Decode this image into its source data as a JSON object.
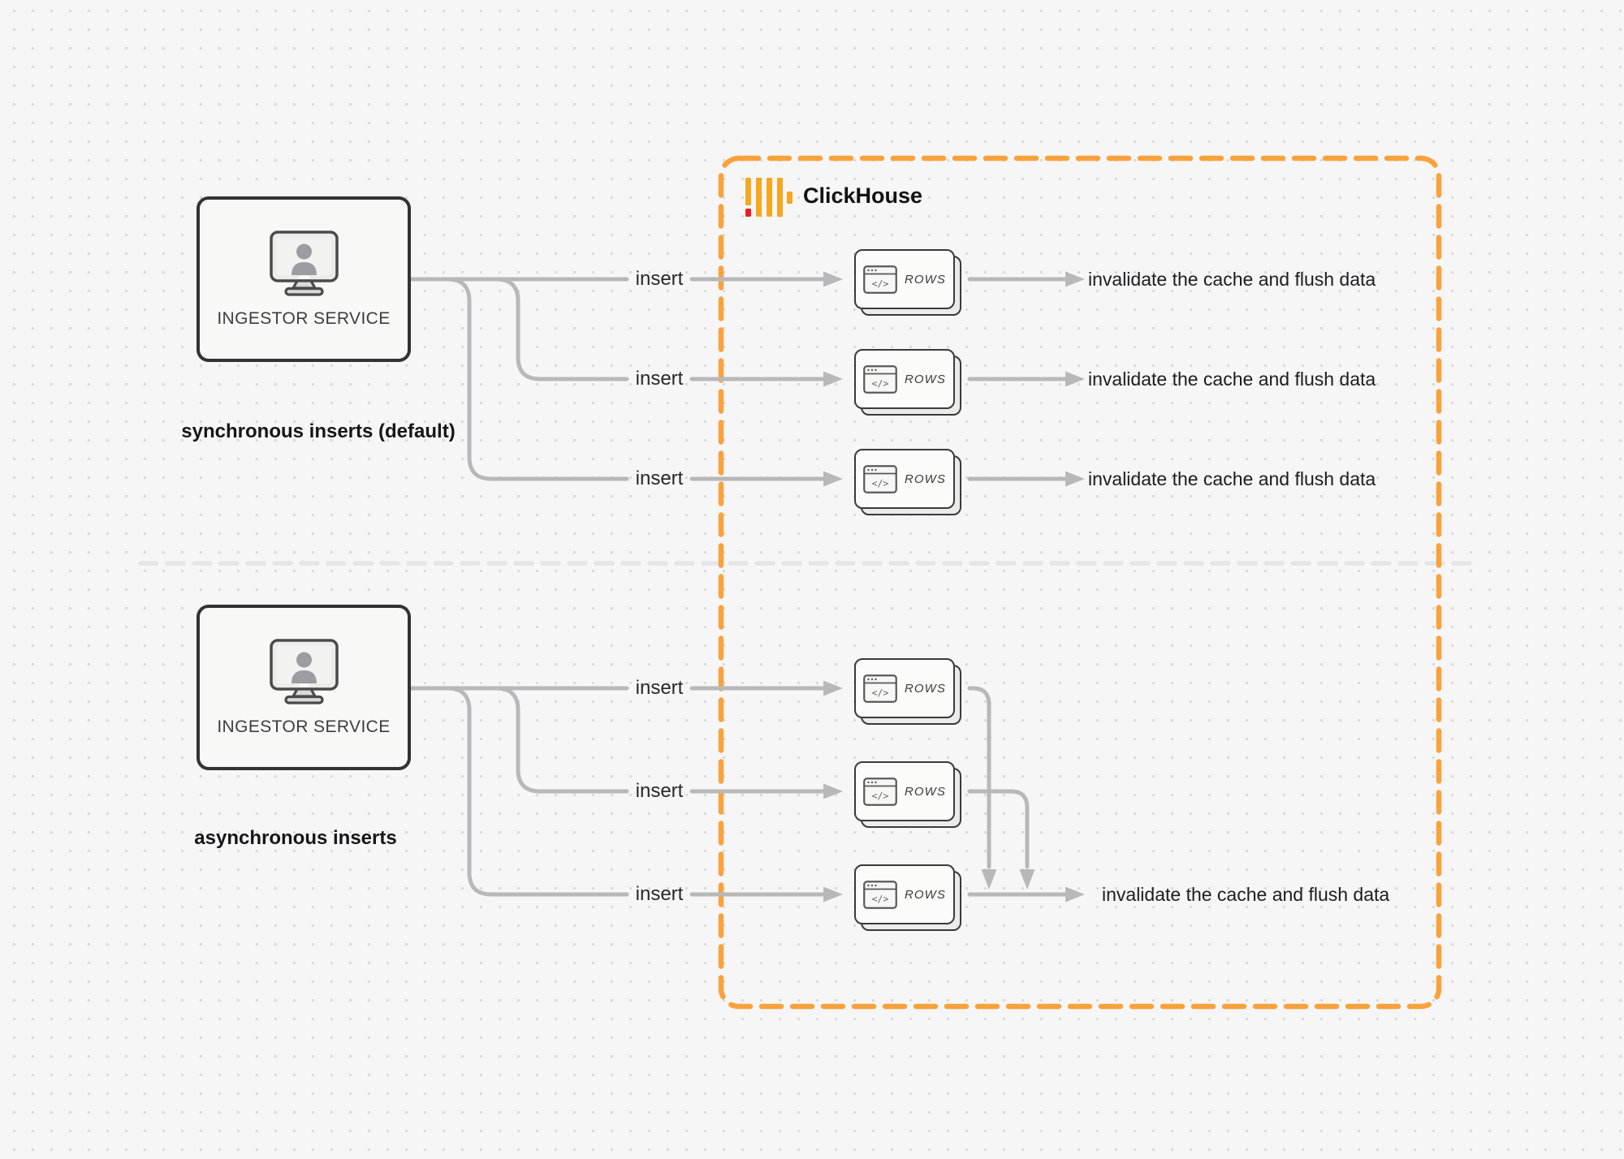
{
  "diagram": {
    "clickhouse": {
      "label": "ClickHouse"
    },
    "card": {
      "label": "ROWS",
      "code_glyph": "</>"
    },
    "sync": {
      "service_label": "INGESTOR SERVICE",
      "caption": "synchronous inserts (default)",
      "rows": [
        {
          "insert_label": "insert",
          "result_label": "invalidate the cache and flush data"
        },
        {
          "insert_label": "insert",
          "result_label": "invalidate the cache and flush data"
        },
        {
          "insert_label": "insert",
          "result_label": "invalidate the cache and flush data"
        }
      ]
    },
    "async": {
      "service_label": "INGESTOR SERVICE",
      "caption": "asynchronous inserts",
      "rows": [
        {
          "insert_label": "insert"
        },
        {
          "insert_label": "insert"
        },
        {
          "insert_label": "insert"
        }
      ],
      "result_label": "invalidate the cache and flush data"
    },
    "colors": {
      "accent_orange": "#F9A23B",
      "logo_yellow": "#F6A71E",
      "logo_red": "#ED1F24",
      "connector_gray": "#B8B8BA",
      "box_border": "#313335"
    }
  }
}
